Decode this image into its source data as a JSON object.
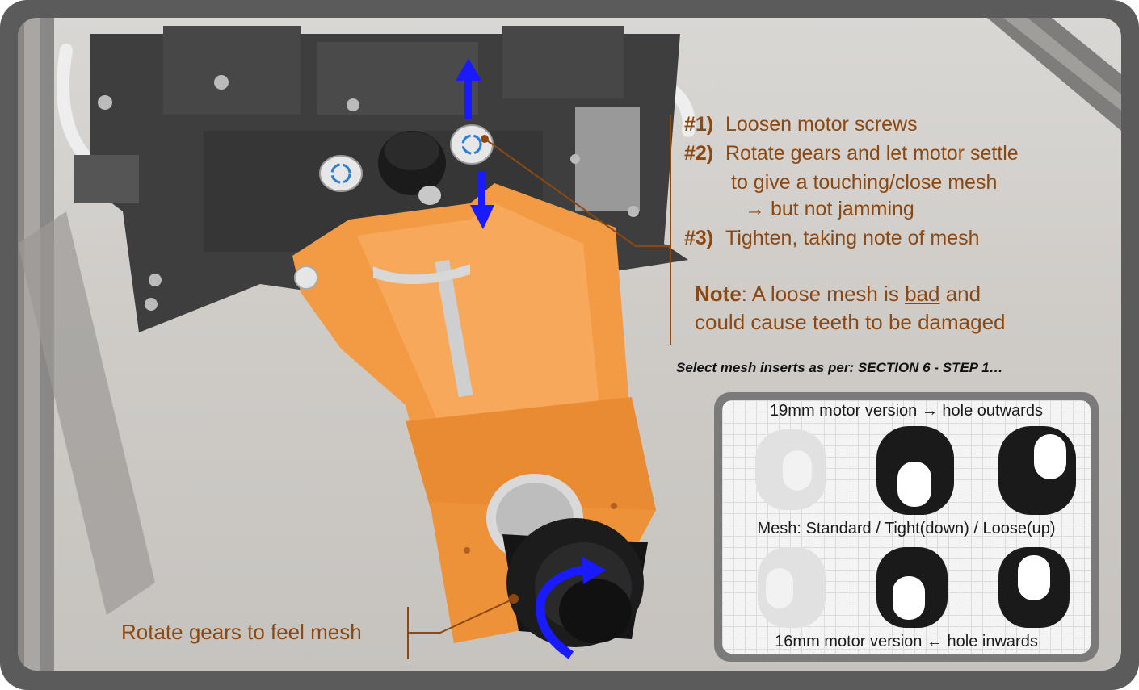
{
  "steps": [
    {
      "num": "#1)",
      "text": "Loosen motor screws"
    },
    {
      "num": "#2)",
      "text": "Rotate gears and let motor settle"
    },
    {
      "num": "",
      "text": "to give a touching/close mesh"
    },
    {
      "num": "",
      "text": "→ but not jamming"
    },
    {
      "num": "#3)",
      "text": "Tighten, taking note of mesh"
    }
  ],
  "note": {
    "label": "Note",
    "line1_pre": ": A loose mesh is ",
    "underlined": "bad",
    "line1_post": " and",
    "line2": "could cause teeth to be damaged"
  },
  "select_text": "Select mesh inserts as per: SECTION 6 - STEP 1…",
  "inserts": {
    "top_label": "19mm motor version → hole outwards",
    "middle_label": "Mesh: Standard / Tight(down) / Loose(up)",
    "bottom_label": "16mm motor version ← hole inwards",
    "variants": [
      "Standard",
      "Tight(down)",
      "Loose(up)"
    ]
  },
  "rotate_label": "Rotate gears to feel mesh",
  "colors": {
    "text_brown": "#8b4812",
    "orange_part": "#f39a45",
    "frame_dark": "#3d3d3d",
    "arrow_blue": "#1a1aff",
    "frame_border": "#5b5b5b"
  }
}
